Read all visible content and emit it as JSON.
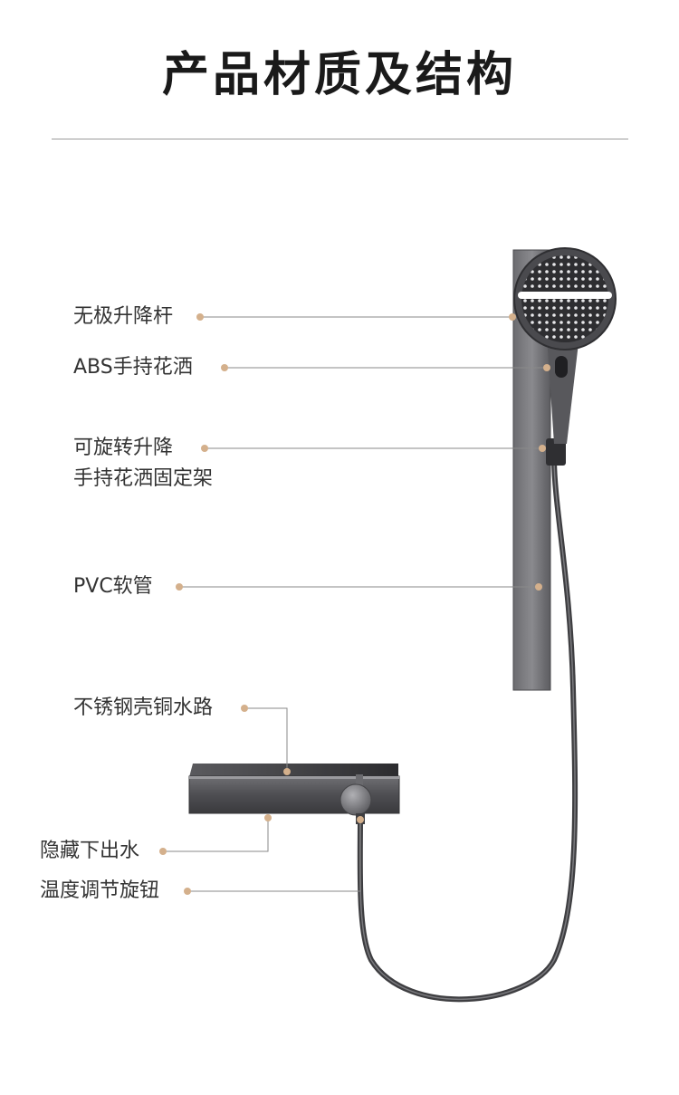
{
  "page": {
    "title": "产品材质及结构"
  },
  "colors": {
    "dot": "#d4b08c",
    "leader": "#8a8a8a",
    "metal": "#5f5f62",
    "text": "#333333"
  },
  "labels": {
    "rod": "无极升降杆",
    "handheld": "ABS手持花洒",
    "holder_line1": "可旋转升降",
    "holder_line2": "手持花洒固定架",
    "hose": "PVC软管",
    "body": "不锈钢壳铜水路",
    "outlet": "隐藏下出水",
    "knob": "温度调节旋钮"
  }
}
